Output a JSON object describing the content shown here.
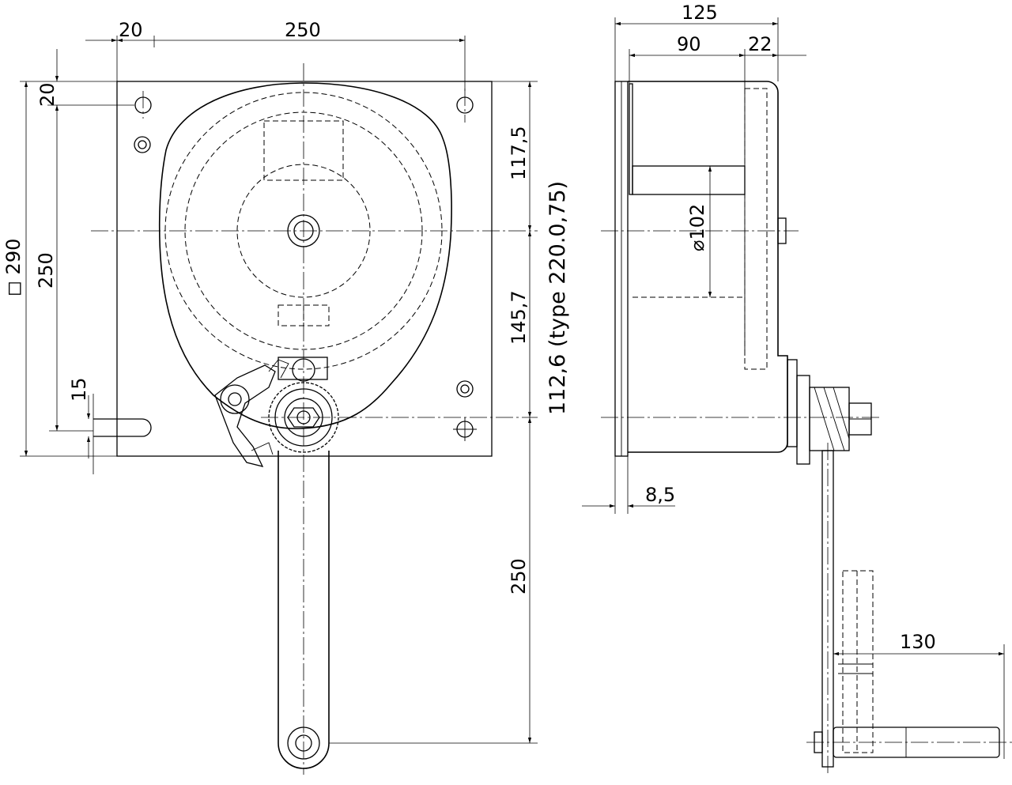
{
  "dimensions": {
    "front_offset_20": "20",
    "front_width_250": "250",
    "front_top_20": "20",
    "front_height_290": "◻ 290",
    "front_height_250": "250",
    "front_hole_15": "15",
    "front_117_5": "117,5",
    "front_145_7": "145,7",
    "front_112_6": "112,6 (type 220.0,75)",
    "front_handle_250": "250",
    "side_125": "125",
    "side_90": "90",
    "side_22": "22",
    "side_dia_102": "⌀102",
    "side_8_5": "8,5",
    "side_130": "130"
  }
}
